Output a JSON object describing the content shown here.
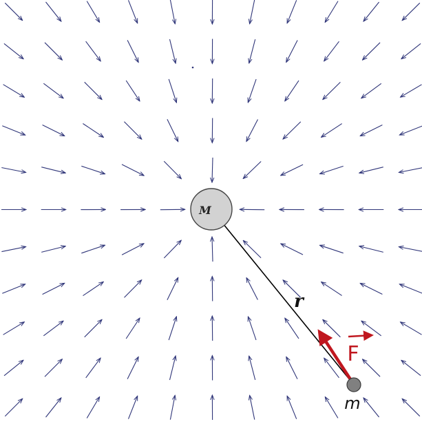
{
  "diagram": {
    "central_mass_label": "M",
    "test_mass_label": "m",
    "distance_label": "r",
    "force_label": "F",
    "force_has_vector_arrow": true
  },
  "colors": {
    "field_arrow": "#2e3478",
    "force_arrow": "#c0171f",
    "force_label": "#c0171f",
    "central_mass_fill": "#d2d2d2",
    "central_mass_stroke": "#444444",
    "test_mass_fill": "#808080",
    "distance_line": "#000000",
    "background": "#ffffff"
  },
  "field": {
    "type": "radial-inward",
    "grid_columns": 11,
    "grid_rows": 11,
    "center_cell_empty": true
  }
}
